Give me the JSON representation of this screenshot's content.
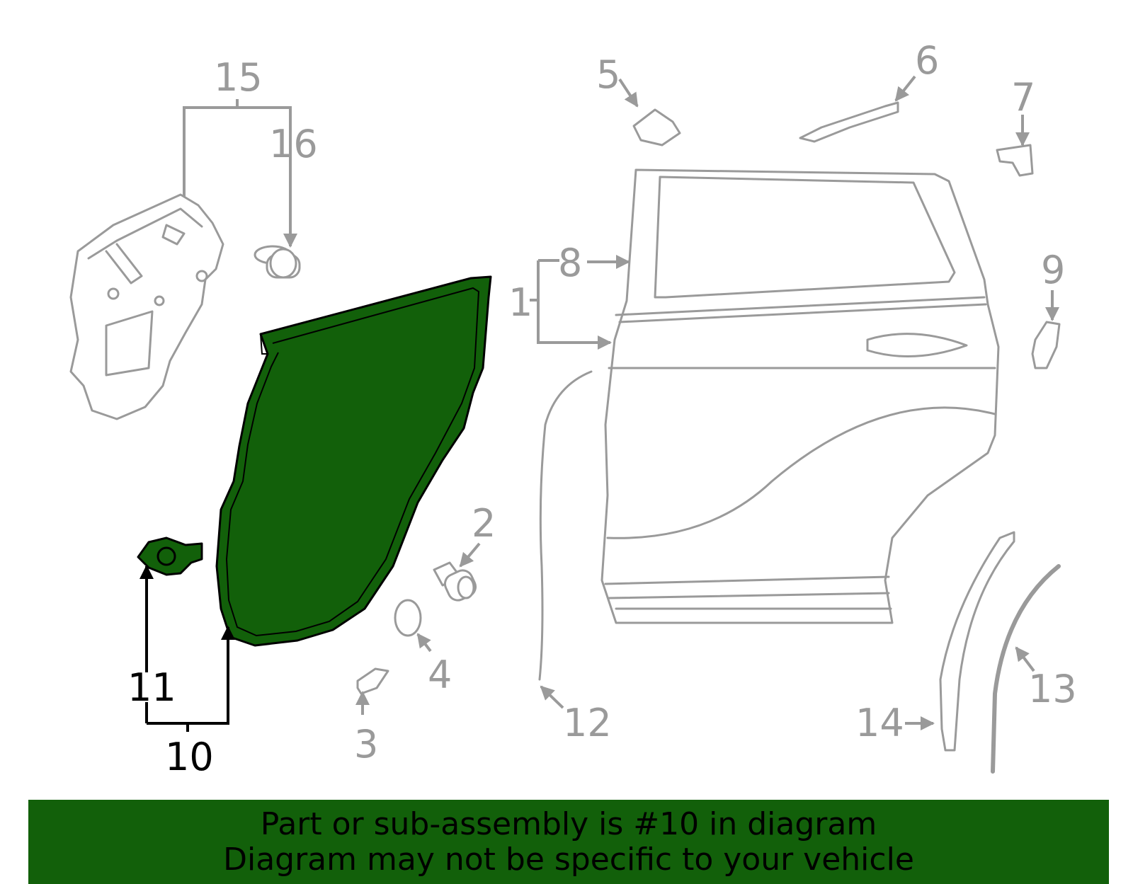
{
  "colors": {
    "highlight": "#12600a",
    "part_outline": "#9a9a9a",
    "banner_background": "#12600a",
    "banner_text": "#000000"
  },
  "highlighted_part": "10",
  "callouts": [
    {
      "id": "c1",
      "text": "1",
      "highlighted": false
    },
    {
      "id": "c2",
      "text": "2",
      "highlighted": false
    },
    {
      "id": "c3",
      "text": "3",
      "highlighted": false
    },
    {
      "id": "c4",
      "text": "4",
      "highlighted": false
    },
    {
      "id": "c5",
      "text": "5",
      "highlighted": false
    },
    {
      "id": "c6",
      "text": "6",
      "highlighted": false
    },
    {
      "id": "c7",
      "text": "7",
      "highlighted": false
    },
    {
      "id": "c8",
      "text": "8",
      "highlighted": false
    },
    {
      "id": "c9",
      "text": "9",
      "highlighted": false
    },
    {
      "id": "c10",
      "text": "10",
      "highlighted": true
    },
    {
      "id": "c11",
      "text": "11",
      "highlighted": true
    },
    {
      "id": "c12",
      "text": "12",
      "highlighted": false
    },
    {
      "id": "c13",
      "text": "13",
      "highlighted": false
    },
    {
      "id": "c14",
      "text": "14",
      "highlighted": false
    },
    {
      "id": "c15",
      "text": "15",
      "highlighted": false
    },
    {
      "id": "c16",
      "text": "16",
      "highlighted": false
    }
  ],
  "banner": {
    "line1": "Part or sub-assembly is #10 in diagram",
    "line2": "Diagram may not be specific to your vehicle"
  }
}
